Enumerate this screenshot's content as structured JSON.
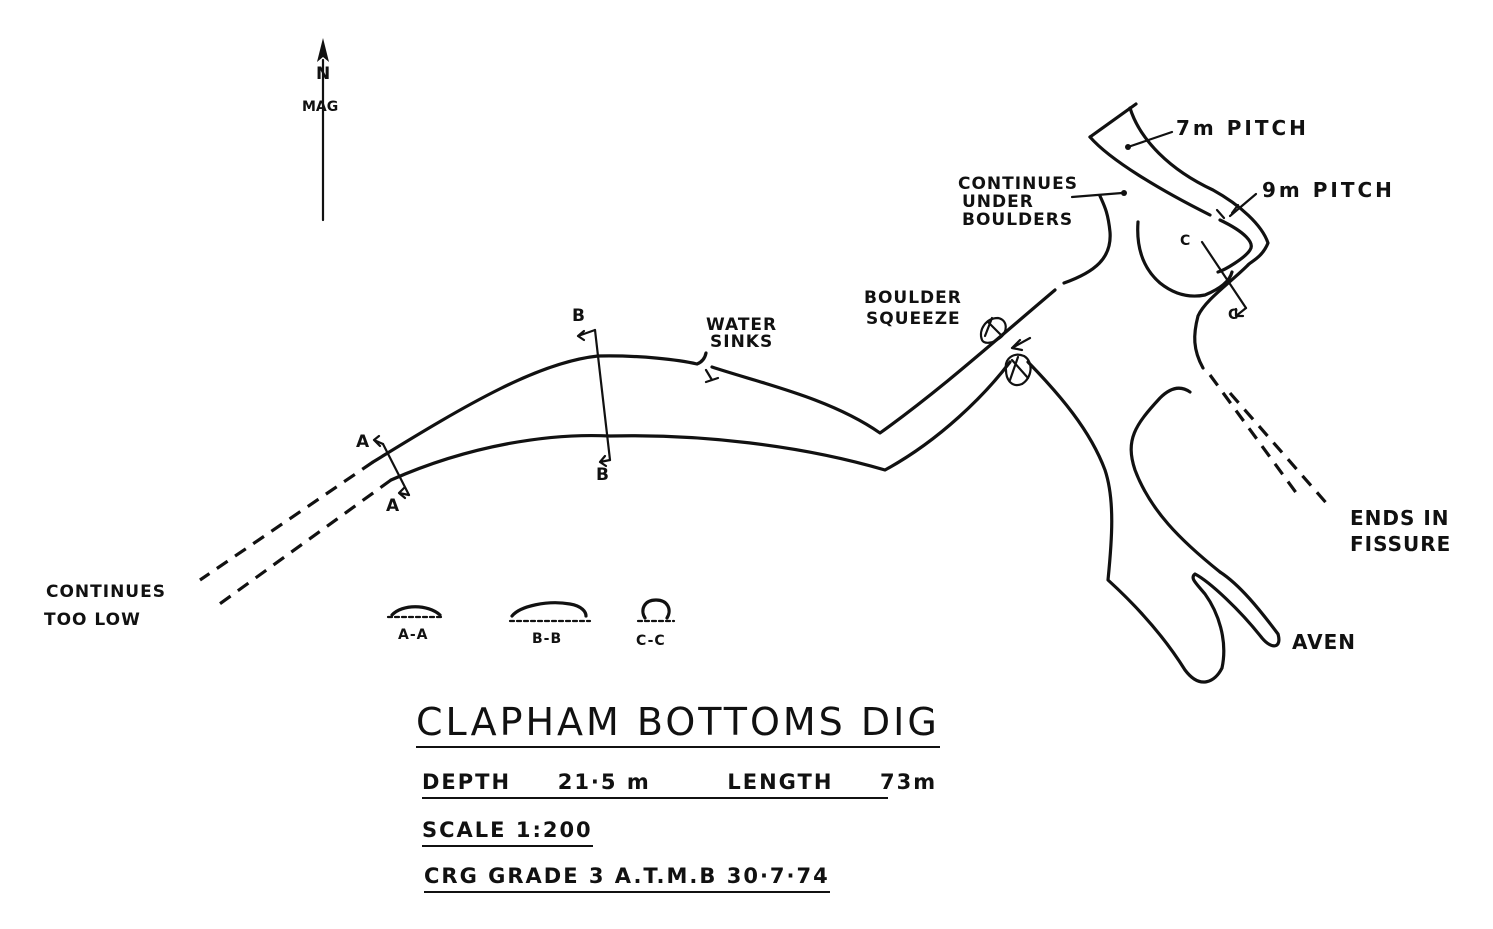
{
  "north_arrow": {
    "letter": "N",
    "sublabel": "MAG"
  },
  "labels": {
    "pitch_7m": "7m  PITCH",
    "pitch_9m": "9m  PITCH",
    "continues_under": [
      "CONTINUES",
      "UNDER",
      "BOULDERS"
    ],
    "boulder_squeeze": [
      "BOULDER",
      "SQUEEZE"
    ],
    "water_sinks": [
      "WATER",
      "SINKS"
    ],
    "ends_in_fissure": [
      "ENDS IN",
      "FISSURE"
    ],
    "aven": "AVEN",
    "continues_too_low": [
      "CONTINUES",
      "TOO LOW"
    ]
  },
  "section_markers": {
    "a_top": "A",
    "a_bottom": "A",
    "b_top": "B",
    "b_bottom": "B",
    "c_top": "C",
    "c_bottom": "C"
  },
  "cross_sections": [
    {
      "label": "A-A"
    },
    {
      "label": "B-B"
    },
    {
      "label": "C-C"
    }
  ],
  "title_block": {
    "title": "CLAPHAM  BOTTOMS DIG",
    "depth_label": "DEPTH",
    "depth_value": "21·5 m",
    "length_label": "LENGTH",
    "length_value": "73m",
    "scale": "SCALE 1:200",
    "grade_line": "CRG  GRADE  3  A.T.M.B  30·7·74"
  },
  "colors": {
    "ink": "#111111",
    "paper": "#ffffff"
  }
}
